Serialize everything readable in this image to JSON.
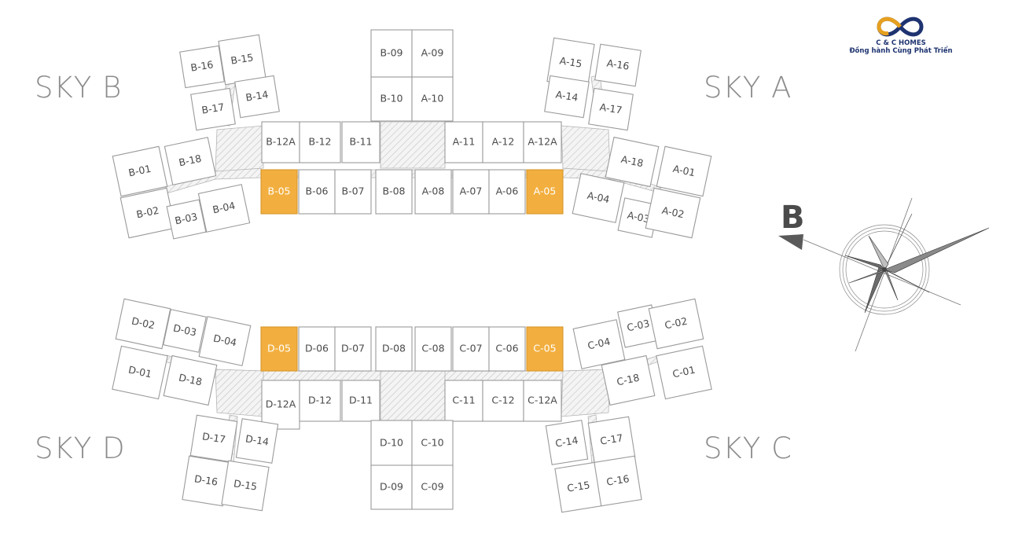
{
  "logo": {
    "title": "C & C HOMES",
    "subtitle": "Đồng hành Cùng Phát Triển"
  },
  "compass": {
    "letter": "B"
  },
  "towers": [
    {
      "label": "SKY B"
    },
    {
      "label": "SKY A"
    },
    {
      "label": "SKY D"
    },
    {
      "label": "SKY C"
    }
  ],
  "colors": {
    "highlight": "#f2af3f",
    "outline": "#9a9a9a",
    "text": "#4a4a4a"
  },
  "units": [
    {
      "label": "B-16",
      "highlight": false
    },
    {
      "label": "B-15",
      "highlight": false
    },
    {
      "label": "B-17",
      "highlight": false
    },
    {
      "label": "B-14",
      "highlight": false
    },
    {
      "label": "B-09",
      "highlight": false
    },
    {
      "label": "A-09",
      "highlight": false
    },
    {
      "label": "B-10",
      "highlight": false
    },
    {
      "label": "A-10",
      "highlight": false
    },
    {
      "label": "A-15",
      "highlight": false
    },
    {
      "label": "A-16",
      "highlight": false
    },
    {
      "label": "A-14",
      "highlight": false
    },
    {
      "label": "A-17",
      "highlight": false
    },
    {
      "label": "B-12A",
      "highlight": false
    },
    {
      "label": "B-12",
      "highlight": false
    },
    {
      "label": "B-11",
      "highlight": false
    },
    {
      "label": "A-11",
      "highlight": false
    },
    {
      "label": "A-12",
      "highlight": false
    },
    {
      "label": "A-12A",
      "highlight": false
    },
    {
      "label": "B-01",
      "highlight": false
    },
    {
      "label": "B-18",
      "highlight": false
    },
    {
      "label": "B-02",
      "highlight": false
    },
    {
      "label": "B-03",
      "highlight": false
    },
    {
      "label": "B-04",
      "highlight": false
    },
    {
      "label": "B-05",
      "highlight": true
    },
    {
      "label": "B-06",
      "highlight": false
    },
    {
      "label": "B-07",
      "highlight": false
    },
    {
      "label": "B-08",
      "highlight": false
    },
    {
      "label": "A-08",
      "highlight": false
    },
    {
      "label": "A-07",
      "highlight": false
    },
    {
      "label": "A-06",
      "highlight": false
    },
    {
      "label": "A-05",
      "highlight": true
    },
    {
      "label": "A-18",
      "highlight": false
    },
    {
      "label": "A-01",
      "highlight": false
    },
    {
      "label": "A-04",
      "highlight": false
    },
    {
      "label": "A-03",
      "highlight": false
    },
    {
      "label": "A-02",
      "highlight": false
    },
    {
      "label": "D-02",
      "highlight": false
    },
    {
      "label": "D-03",
      "highlight": false
    },
    {
      "label": "D-04",
      "highlight": false
    },
    {
      "label": "D-01",
      "highlight": false
    },
    {
      "label": "D-18",
      "highlight": false
    },
    {
      "label": "D-05",
      "highlight": true
    },
    {
      "label": "D-06",
      "highlight": false
    },
    {
      "label": "D-07",
      "highlight": false
    },
    {
      "label": "D-08",
      "highlight": false
    },
    {
      "label": "C-08",
      "highlight": false
    },
    {
      "label": "C-07",
      "highlight": false
    },
    {
      "label": "C-06",
      "highlight": false
    },
    {
      "label": "C-05",
      "highlight": true
    },
    {
      "label": "C-04",
      "highlight": false
    },
    {
      "label": "C-03",
      "highlight": false
    },
    {
      "label": "C-02",
      "highlight": false
    },
    {
      "label": "C-18",
      "highlight": false
    },
    {
      "label": "C-01",
      "highlight": false
    },
    {
      "label": "D-12A",
      "highlight": false
    },
    {
      "label": "D-12",
      "highlight": false
    },
    {
      "label": "D-11",
      "highlight": false
    },
    {
      "label": "C-11",
      "highlight": false
    },
    {
      "label": "C-12",
      "highlight": false
    },
    {
      "label": "C-12A",
      "highlight": false
    },
    {
      "label": "D-17",
      "highlight": false
    },
    {
      "label": "D-14",
      "highlight": false
    },
    {
      "label": "D-16",
      "highlight": false
    },
    {
      "label": "D-15",
      "highlight": false
    },
    {
      "label": "D-10",
      "highlight": false
    },
    {
      "label": "C-10",
      "highlight": false
    },
    {
      "label": "D-09",
      "highlight": false
    },
    {
      "label": "C-09",
      "highlight": false
    },
    {
      "label": "C-14",
      "highlight": false
    },
    {
      "label": "C-17",
      "highlight": false
    },
    {
      "label": "C-15",
      "highlight": false
    },
    {
      "label": "C-16",
      "highlight": false
    }
  ]
}
